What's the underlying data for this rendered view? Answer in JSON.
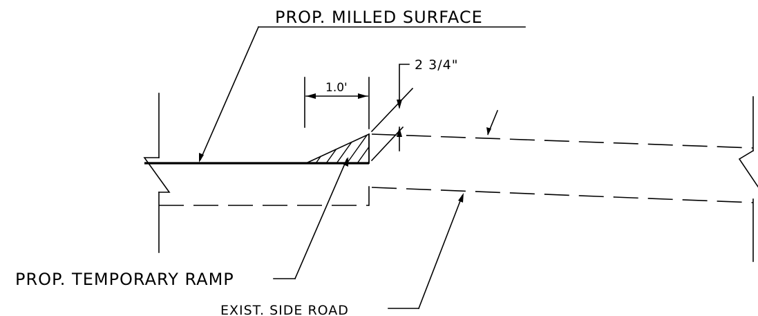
{
  "labels": {
    "milled_surface": "PROP. MILLED SURFACE",
    "temporary_ramp": "PROP. TEMPORARY RAMP",
    "side_road": "EXIST. SIDE ROAD",
    "ramp_length": "1.0'",
    "ramp_height": "2 3/4\""
  }
}
